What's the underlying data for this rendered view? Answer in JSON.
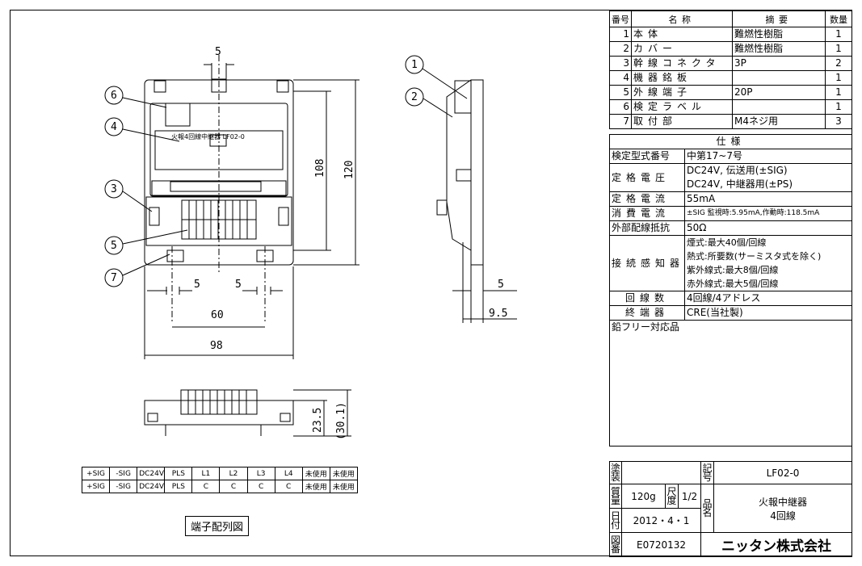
{
  "parts_header": {
    "no": "番号",
    "name": "名称",
    "summary": "摘要",
    "qty": "数量"
  },
  "parts": [
    {
      "no": "1",
      "name": "本体",
      "summary": "難燃性樹脂",
      "qty": "1"
    },
    {
      "no": "2",
      "name": "カバー",
      "summary": "難燃性樹脂",
      "qty": "1"
    },
    {
      "no": "3",
      "name": "幹線コネクタ",
      "summary": "3P",
      "qty": "2"
    },
    {
      "no": "4",
      "name": "機器銘板",
      "summary": "",
      "qty": "1"
    },
    {
      "no": "5",
      "name": "外線端子",
      "summary": "20P",
      "qty": "1"
    },
    {
      "no": "6",
      "name": "検定ラベル",
      "summary": "",
      "qty": "1"
    },
    {
      "no": "7",
      "name": "取付部",
      "summary": "M4ネジ用",
      "qty": "3"
    }
  ],
  "spec_header": "仕様",
  "spec": {
    "model_cert": {
      "label": "検定型式番号",
      "value": "中第17~7号"
    },
    "rated_voltage": {
      "label": "定格電圧",
      "value1": "DC24V, 伝送用(±SIG)",
      "value2": "DC24V, 中継器用(±PS)"
    },
    "rated_current": {
      "label": "定格電流",
      "value": "55mA"
    },
    "consumption": {
      "label": "消費電流",
      "value": "±SIG 監視時:5.95mA,作動時:118.5mA"
    },
    "wiring_resistance": {
      "label": "外部配線抵抗",
      "value": "50Ω"
    },
    "detectors": {
      "label": "接続感知器",
      "v1": "煙式:最大40個/回線",
      "v2": "熱式:所要数(サーミスタ式を除く)",
      "v3": "紫外線式:最大8個/回線",
      "v4": "赤外線式:最大5個/回線"
    },
    "circuits": {
      "label": "回線数",
      "value": "4回線/4アドレス"
    },
    "terminator": {
      "label": "終端器",
      "value": "CRE(当社製)"
    },
    "lead_free": "鉛フリー対応品"
  },
  "title_block": {
    "paint_label": "塗装",
    "record_label": "記号",
    "model": "LF02-0",
    "weight_label": "質量",
    "weight": "120g",
    "scale_label": "尺度",
    "scale": "1/2",
    "name_label": "品名",
    "product_name1": "火報中継器",
    "product_name2": "4回線",
    "date_label": "日付",
    "date": "2012・4・1",
    "drawing_label": "図番",
    "drawing_no": "E0720132",
    "company": "ニッタン株式会社"
  },
  "terminal_table": {
    "row1": [
      "+SIG",
      "-SIG",
      "DC24V",
      "PLS",
      "L1",
      "L2",
      "L3",
      "L4",
      "未使用",
      "未使用"
    ],
    "row2": [
      "+SIG",
      "-SIG",
      "DC24V",
      "PLS",
      "C",
      "C",
      "C",
      "C",
      "未使用",
      "未使用"
    ]
  },
  "terminal_caption": "端子配列図",
  "drawing_labels": {
    "plate_text": "火報4回線中継器 LF02-0",
    "dim_top": "5",
    "dim_108": "108",
    "dim_120": "120",
    "dim_5a": "5",
    "dim_5b": "5",
    "dim_60": "60",
    "dim_98": "98",
    "dim_side5": "5",
    "dim_side95": "9.5",
    "dim_235": "23.5",
    "dim_301": "(30.1)",
    "callouts": [
      "1",
      "2",
      "3",
      "4",
      "5",
      "6",
      "7"
    ]
  }
}
